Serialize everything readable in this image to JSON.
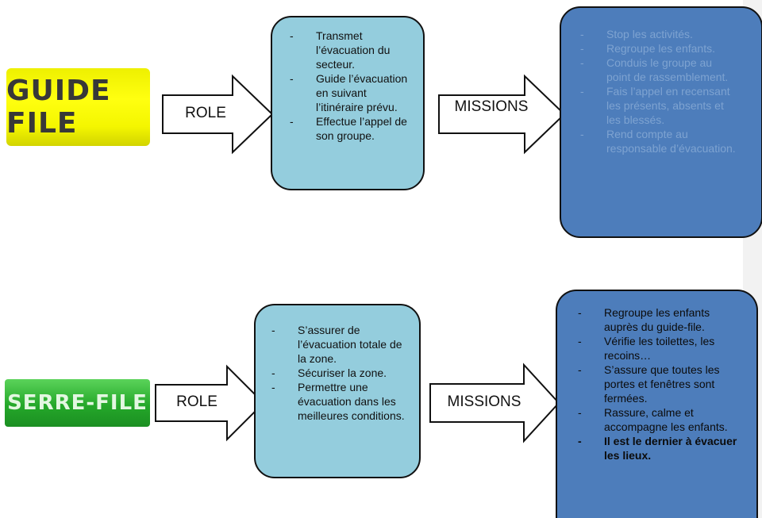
{
  "badges": {
    "guide": "GUIDE FILE",
    "serre": "SERRE-FILE"
  },
  "labels": {
    "role": "ROLE",
    "missions": "MISSIONS"
  },
  "guide_file": {
    "role": [
      "Transmet l’évacuation du secteur.",
      "Guide l’évacuation en suivant l’itinéraire prévu.",
      "Effectue l’appel de son groupe."
    ],
    "missions": [
      "Stop les activités.",
      "Regroupe les enfants.",
      "Conduis le groupe au point de rassemblement.",
      "Fais l’appel en recensant les présents, absents et les blessés.",
      "Rend compte au responsable d’évacuation."
    ]
  },
  "serre_file": {
    "role": [
      "S’assurer de l’évacuation totale de la zone.",
      "Sécuriser la zone.",
      "Permettre une évacuation dans les meilleures conditions."
    ],
    "missions": [
      "Regroupe les enfants auprès du guide-file.",
      "Vérifie les toilettes, les recoins…",
      "S’assure que toutes les portes et fenêtres sont fermées.",
      "Rassure, calme et accompagne les enfants.",
      "Il est le dernier à évacuer les lieux."
    ]
  },
  "colors": {
    "role_box": "#94cddd",
    "mission_box": "#4d7dbb",
    "guide_badge": "#f7f900",
    "serre_badge": "#25a82a"
  }
}
